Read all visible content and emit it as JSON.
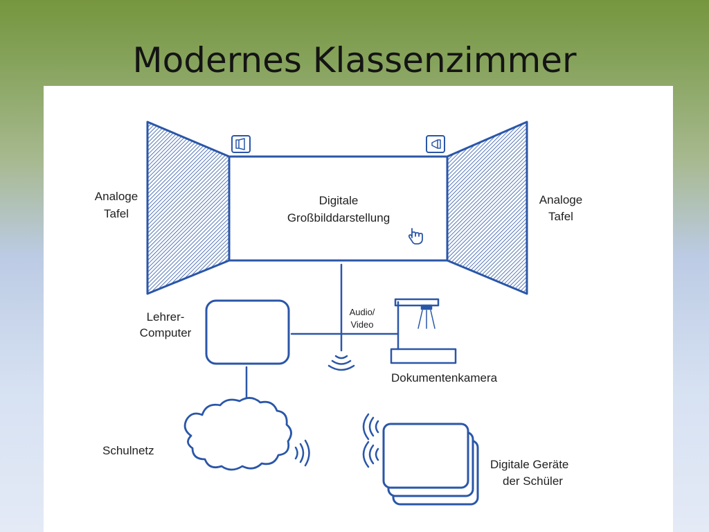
{
  "slide": {
    "title": "Modernes Klassenzimmer"
  },
  "diagram": {
    "stroke_color": "#2a56a8",
    "labels": {
      "board_left": [
        "Analoge",
        "Tafel"
      ],
      "board_right": [
        "Analoge",
        "Tafel"
      ],
      "display": [
        "Digitale",
        "Großbilddarstellung"
      ],
      "teacher_computer": [
        "Lehrer-",
        "Computer"
      ],
      "audio_video": [
        "Audio/",
        "Video"
      ],
      "document_camera": "Dokumentenkamera",
      "school_network": "Schulnetz",
      "student_devices": [
        "Digitale Geräte",
        "der Schüler"
      ]
    },
    "icons": [
      "speaker-left-icon",
      "speaker-right-icon",
      "hand-pointer-icon",
      "wireless-signal-icon",
      "cloud-icon",
      "document-camera-icon",
      "tablet-stack-icon"
    ]
  }
}
